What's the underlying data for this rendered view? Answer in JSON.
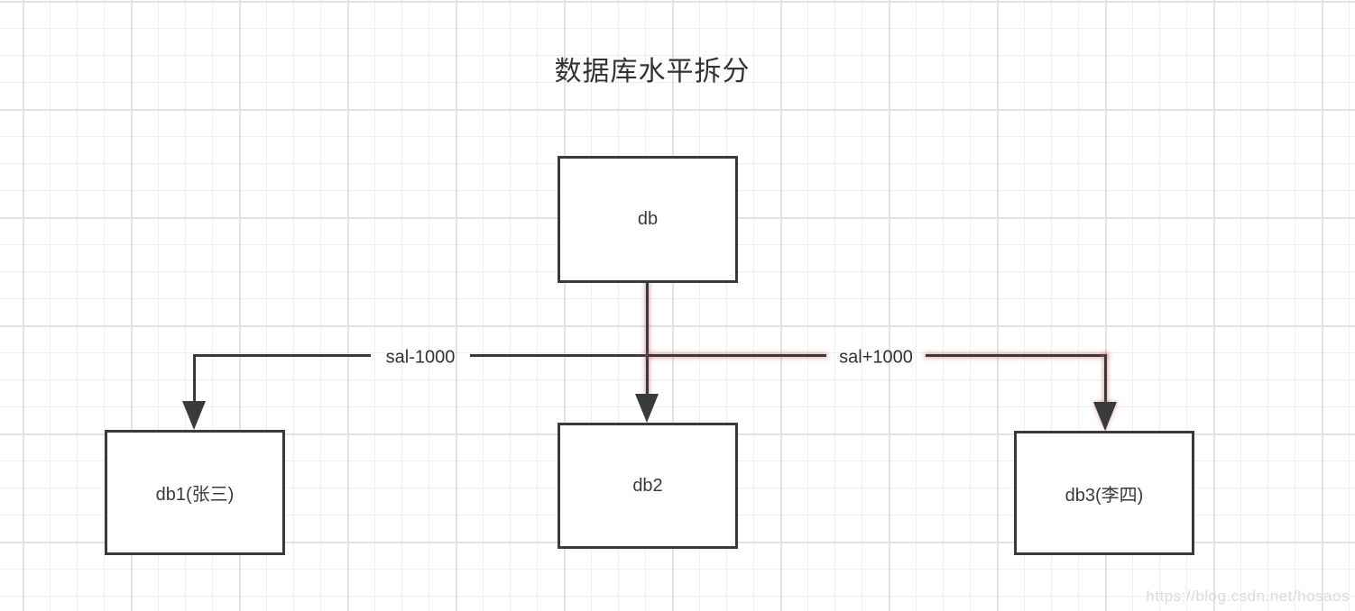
{
  "title": "数据库水平拆分",
  "nodes": {
    "root": {
      "label": "db"
    },
    "left": {
      "label": "db1(张三)"
    },
    "middle": {
      "label": "db2"
    },
    "right": {
      "label": "db3(李四)"
    }
  },
  "edges": {
    "left": {
      "label": "sal-1000"
    },
    "right": {
      "label": "sal+1000"
    }
  },
  "watermark": "https://blog.csdn.net/hosaos",
  "colors": {
    "line": "#3a3a3a",
    "node_border": "#3a3a3a",
    "node_fill": "#ffffff",
    "text": "#333333",
    "highlight_glow": "#c96a6a",
    "grid_minor": "#efeff1",
    "grid_major": "#e2e2e6",
    "watermark": "#dbdbdf",
    "background": "#ffffff"
  }
}
